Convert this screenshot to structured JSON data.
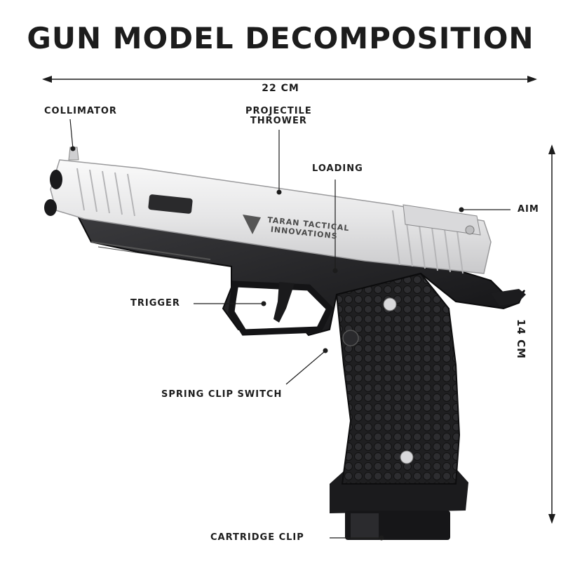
{
  "title": "GUN MODEL DECOMPOSITION",
  "dimensions": {
    "width": "22 CM",
    "height": "14 CM"
  },
  "labels": {
    "collimator": "COLLIMATOR",
    "projectile_line1": "PROJECTILE",
    "projectile_line2": "THROWER",
    "loading": "LOADING",
    "aim": "AIM",
    "trigger": "TRIGGER",
    "spring_clip_switch": "SPRING CLIP SWITCH",
    "cartridge_clip": "CARTRIDGE CLIP"
  },
  "brand": {
    "line1": "TARAN TACTICAL",
    "line2": "INNOVATIONS"
  },
  "colors": {
    "text": "#1c1c1c",
    "slide": "#e9e9ea",
    "frame": "#1e1e20",
    "accent_watermark": "#d9a0c8"
  }
}
